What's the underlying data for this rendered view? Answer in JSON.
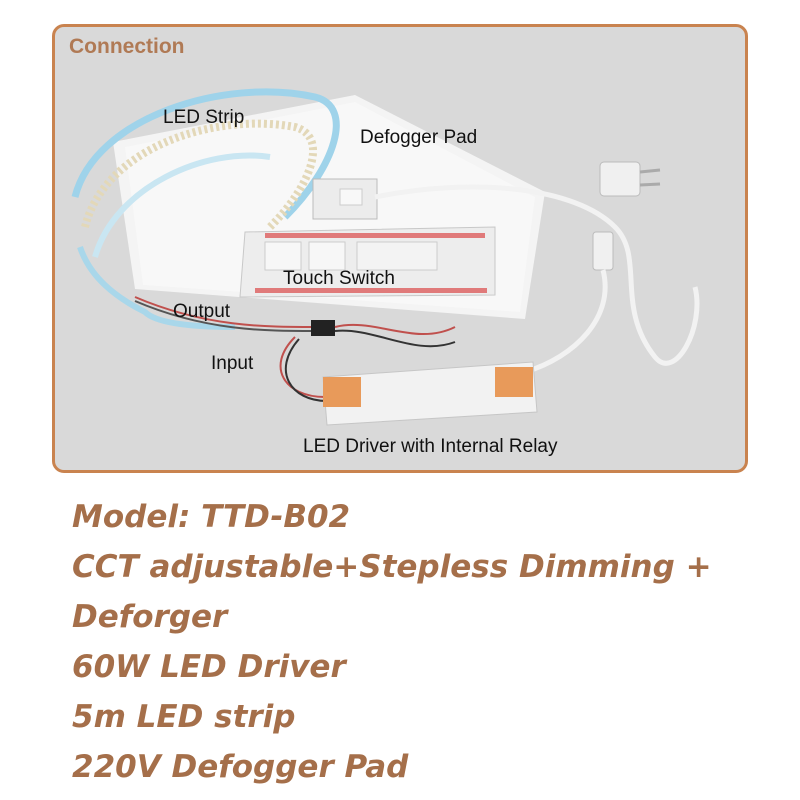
{
  "connection": {
    "title": "Connection",
    "labels": {
      "led_strip": "LED Strip",
      "defogger_pad": "Defogger Pad",
      "touch_switch": "Touch Switch",
      "output": "Output",
      "input": "Input",
      "led_driver": "LED Driver with Internal Relay"
    }
  },
  "specs": [
    "Model: TTD-B02",
    "CCT adjustable+Stepless Dimming +",
    "Deforger",
    "60W LED Driver",
    "5m LED strip",
    "220V Defogger Pad"
  ],
  "colors": {
    "frame_border": "#c9834f",
    "title_text": "#b07a55",
    "spec_text": "#a56f4a"
  }
}
